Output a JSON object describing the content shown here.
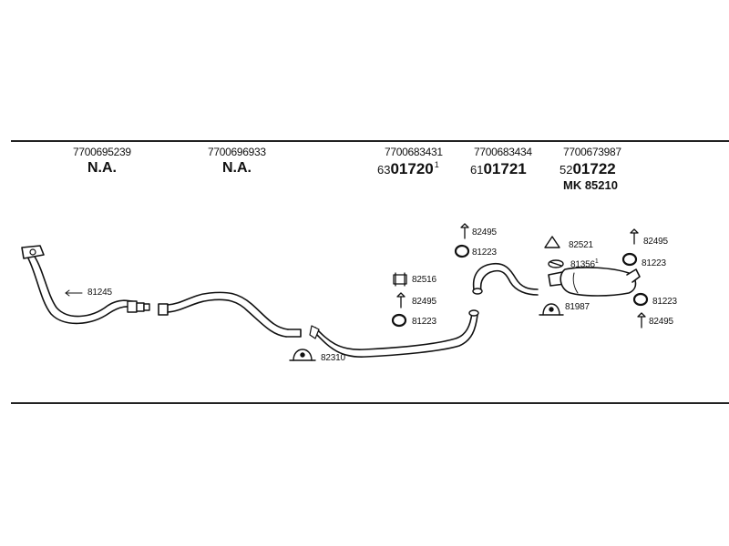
{
  "header": {
    "columns": [
      {
        "part_number": "7700695239",
        "note": "N.A."
      },
      {
        "part_number": "7700696933",
        "note": "N.A."
      },
      {
        "part_number": "7700683431",
        "code_prefix": "63",
        "code_main": "01720",
        "code_sup": "1"
      },
      {
        "part_number": "7700683434",
        "code_prefix": "61",
        "code_main": "01721"
      },
      {
        "part_number": "7700673987",
        "code_prefix": "52",
        "code_main": "01722",
        "extra": "MK 85210"
      }
    ]
  },
  "parts": {
    "front_pipe_clamp": "81245",
    "clamp_82310": "82310",
    "hanger_82516": "82516",
    "bolt_82495_mid": "82495",
    "ring_81223_mid": "81223",
    "bolt_82495_top": "82495",
    "ring_81223_top": "81223",
    "hanger_82521": "82521",
    "clamp_81356": "81356",
    "clamp_81356_sup": "1",
    "clamp_81987": "81987",
    "bolt_82495_right_top": "82495",
    "ring_81223_right_top": "81223",
    "ring_81223_right_bottom": "81223",
    "bolt_82495_right_bottom": "82495"
  }
}
